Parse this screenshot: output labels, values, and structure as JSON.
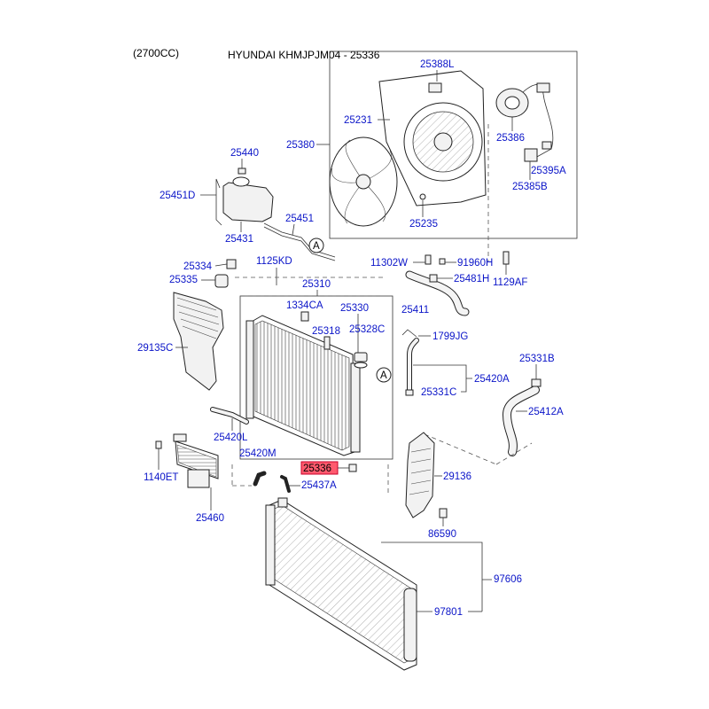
{
  "header": {
    "engine": "(2700CC)",
    "title": "HYUNDAI KHMJPJM04 - 25336"
  },
  "colors": {
    "label": "#0a14c8",
    "highlight_fill": "#ff5a6e",
    "highlight_stroke": "#c8002a",
    "line": "#333333"
  },
  "labels": {
    "p25388L": "25388L",
    "p25231": "25231",
    "p25380": "25380",
    "p25386": "25386",
    "p25395A": "25395A",
    "p25385B": "25385B",
    "p25235": "25235",
    "p25440": "25440",
    "p25451D": "25451D",
    "p25451": "25451",
    "p25431": "25431",
    "circleA1": "A",
    "circleA2": "A",
    "p25334": "25334",
    "p1125KD": "1125KD",
    "p11302W": "11302W",
    "p91960H": "91960H",
    "p25335": "25335",
    "p25310": "25310",
    "p25481H": "25481H",
    "p1129AF": "1129AF",
    "p1334CA": "1334CA",
    "p25330": "25330",
    "p25411": "25411",
    "p25318": "25318",
    "p25328C": "25328C",
    "p1799JG": "1799JG",
    "p29135C": "29135C",
    "p25331B": "25331B",
    "p25420A": "25420A",
    "p25331C": "25331C",
    "p25412A": "25412A",
    "p25420L": "25420L",
    "p25420M": "25420M",
    "p1140ET": "1140ET",
    "p25336": "25336",
    "p25437A": "25437A",
    "p29136": "29136",
    "p25460": "25460",
    "p86590": "86590",
    "p97606": "97606",
    "p97801": "97801"
  }
}
